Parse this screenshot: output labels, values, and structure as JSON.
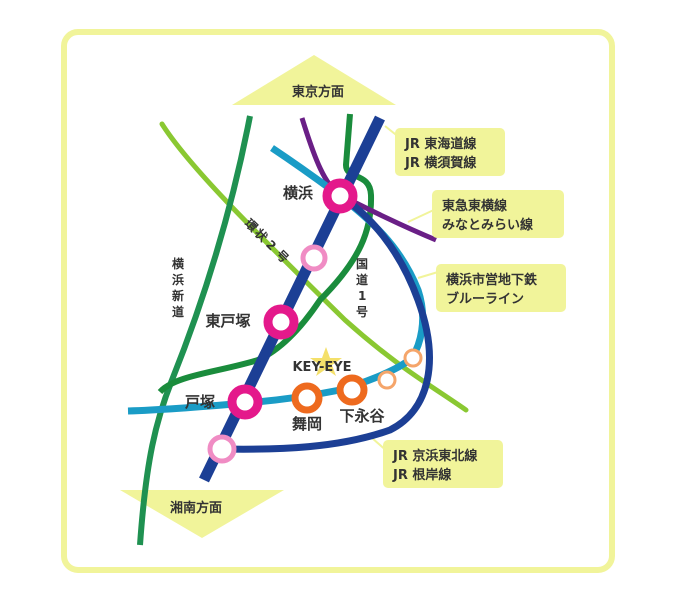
{
  "colors": {
    "frame": "#f1f49a",
    "label_bg": "#f1f49a",
    "jr_tokaido_yokosuka": "#1c3f95",
    "tokyu_toyoko": "#6a1f86",
    "subway_blue": "#1a9cc6",
    "route1": "#1a8c3c",
    "ring2": "#8ac832",
    "yokohama_shindo": "#1f9151",
    "jr_keihin_negishi": "#1c3f95",
    "major_station": "#e4198b",
    "minor_station": "#f08cc4",
    "subway_station_fill": "#f0f0a0",
    "subway_station_ring": "#f5a56a",
    "key_eye_station": "#ee6a1e"
  },
  "directions": {
    "tokyo": "東京方面",
    "shonan": "湘南方面"
  },
  "lines": {
    "jr_tokaido_yokosuka": [
      "JR 東海道線",
      "JR 横須賀線"
    ],
    "tokyu_minatomirai": [
      "東急東横線",
      "みなとみらい線"
    ],
    "subway_blue": [
      "横浜市営地下鉄",
      "ブルーライン"
    ],
    "jr_keihin_negishi": [
      "JR 京浜東北線",
      "JR 根岸線"
    ]
  },
  "roads": {
    "ring2": [
      "環",
      "状",
      "2",
      "号"
    ],
    "route1": [
      "国",
      "道",
      "1",
      "号"
    ],
    "shindo": [
      "横",
      "浜",
      "新",
      "道"
    ]
  },
  "stations": {
    "yokohama": "横浜",
    "higashi_totsuka": "東戸塚",
    "totsuka": "戸塚",
    "maioka": "舞岡",
    "shimonagaya": "下永谷"
  },
  "landmark": "KEY-EYE"
}
